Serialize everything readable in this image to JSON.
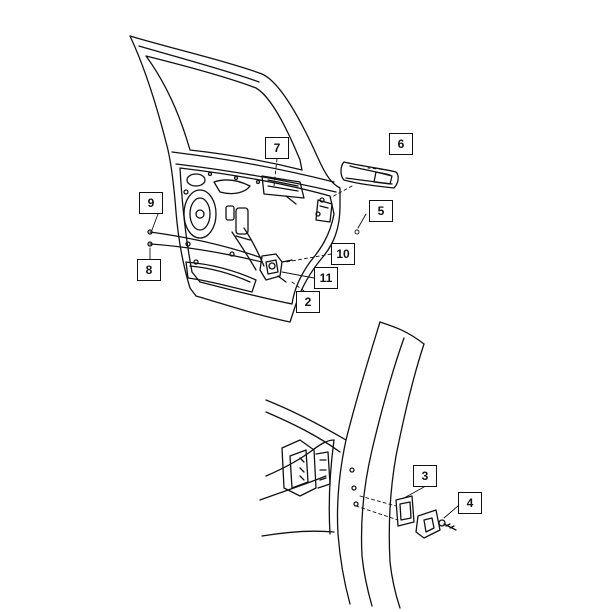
{
  "diagram": {
    "callouts": {
      "c7": "7",
      "c6": "6",
      "c9": "9",
      "c5": "5",
      "c10": "10",
      "c8": "8",
      "c11": "11",
      "c2": "2",
      "c3": "3",
      "c4": "4"
    },
    "line_color": "#111111",
    "background": "#ffffff"
  }
}
